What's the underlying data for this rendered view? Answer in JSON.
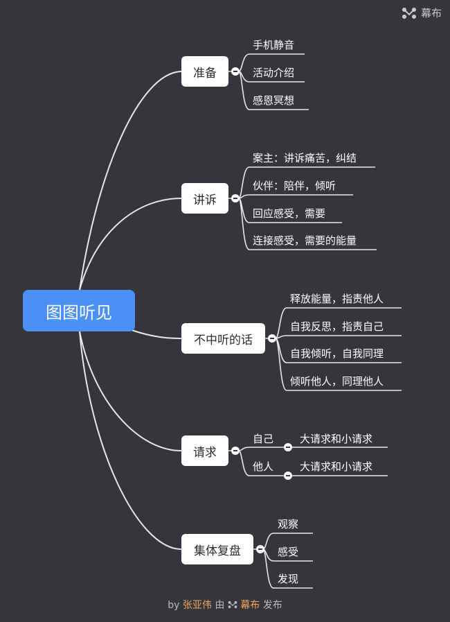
{
  "brand": {
    "name": "幕布",
    "icon": "mubu-logo-icon"
  },
  "root": {
    "label": "图图听见"
  },
  "branches": [
    {
      "label": "准备",
      "leaves": [
        "手机静音",
        "活动介绍",
        "感恩冥想"
      ]
    },
    {
      "label": "讲诉",
      "leaves": [
        "案主：讲诉痛苦，纠结",
        "伙伴：陪伴，倾听",
        "回应感受，需要",
        "连接感受，需要的能量"
      ]
    },
    {
      "label": "不中听的话",
      "leaves": [
        "释放能量，指责他人",
        "自我反思，指责自己",
        "自我倾听，自我同理",
        "倾听他人，同理他人"
      ]
    },
    {
      "label": "请求",
      "leaves": [
        "自己",
        "他人"
      ],
      "sub": [
        "大请求和小请求",
        "大请求和小请求"
      ]
    },
    {
      "label": "集体复盘",
      "leaves": [
        "观察",
        "感受",
        "发现"
      ]
    }
  ],
  "footer": {
    "by": "by",
    "author": "张亚伟",
    "via": "由",
    "brand": "幕布",
    "publish": "发布"
  },
  "colors": {
    "background": "#34363b",
    "root": "#4a90f5",
    "accent": "#f0a35a",
    "line": "#e8e8e8"
  }
}
